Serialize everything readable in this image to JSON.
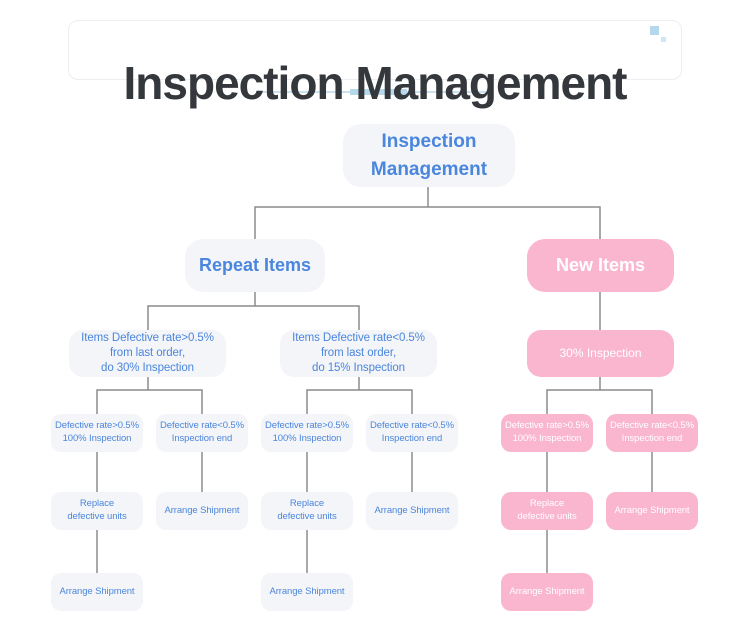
{
  "header": {
    "title": "Inspection Management"
  },
  "colors": {
    "node_text_blue": "#4a86dd",
    "pink_node_bg": "#f9b6ce",
    "gray_node_bg": "#f4f5f8",
    "node_text_white": "#ffffff",
    "connector_gray": "#8c8c8c",
    "title_text": "#34383c",
    "underline_thin": "#cbe1f0",
    "underline_thick": "#b7d7ea",
    "deco_square_large": "#b5d9ec",
    "deco_square_small": "#cfe7f4",
    "card_border": "#eceef1",
    "background": "#ffffff"
  },
  "flowchart": {
    "root": {
      "label": "Inspection\nManagement"
    },
    "branches": [
      {
        "label": "Repeat Items",
        "theme": "gray",
        "children": [
          {
            "label": "Items Defective rate>0.5%\nfrom last order,\ndo 30% Inspection",
            "children": [
              {
                "label": "Defective rate>0.5%\n100% Inspection",
                "children": [
                  {
                    "label": "Replace\ndefective units",
                    "children": [
                      {
                        "label": "Arrange Shipment"
                      }
                    ]
                  }
                ]
              },
              {
                "label": "Defective rate<0.5%\nInspection end",
                "children": [
                  {
                    "label": "Arrange Shipment"
                  }
                ]
              }
            ]
          },
          {
            "label": "Items Defective rate<0.5%\nfrom last order,\ndo 15% Inspection",
            "children": [
              {
                "label": "Defective rate>0.5%\n100% Inspection",
                "children": [
                  {
                    "label": "Replace\ndefective units",
                    "children": [
                      {
                        "label": "Arrange Shipment"
                      }
                    ]
                  }
                ]
              },
              {
                "label": "Defective rate<0.5%\nInspection end",
                "children": [
                  {
                    "label": "Arrange Shipment"
                  }
                ]
              }
            ]
          }
        ]
      },
      {
        "label": "New Items",
        "theme": "pink",
        "children": [
          {
            "label": "30% Inspection",
            "children": [
              {
                "label": "Defective rate>0.5%\n100% Inspection",
                "children": [
                  {
                    "label": "Replace\ndefective units",
                    "children": [
                      {
                        "label": "Arrange Shipment"
                      }
                    ]
                  }
                ]
              },
              {
                "label": "Defective rate<0.5%\nInspection end",
                "children": [
                  {
                    "label": "Arrange Shipment"
                  }
                ]
              }
            ]
          }
        ]
      }
    ]
  }
}
